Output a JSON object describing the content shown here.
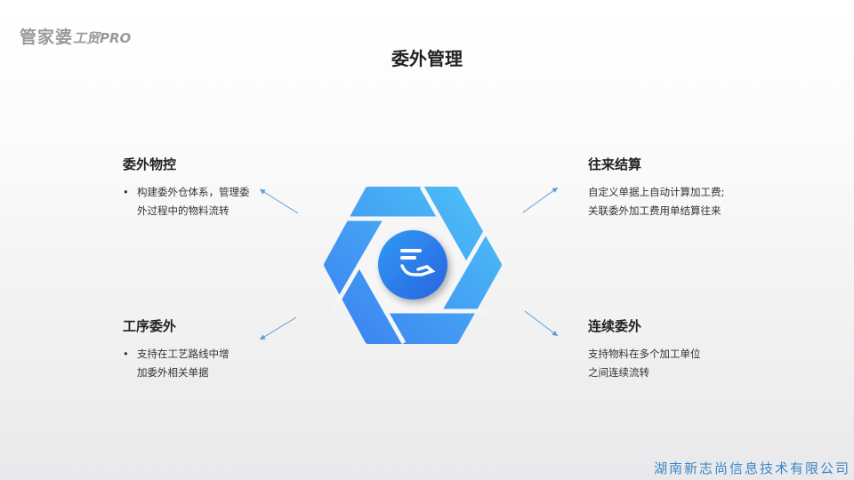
{
  "logo": {
    "brand": "管家婆",
    "product": "工贸PRO"
  },
  "title": "委外管理",
  "features": [
    {
      "title": "委外物控",
      "lines": [
        "构建委外仓体系，管理委",
        "外过程中的物料流转"
      ],
      "bullet": true
    },
    {
      "title": "往来结算",
      "lines": [
        "自定义单据上自动计算加工费;",
        "关联委外加工费用单结算往来"
      ],
      "bullet": false
    },
    {
      "title": "工序委外",
      "lines": [
        "支持在工艺路线中增",
        "加委外相关单据"
      ],
      "bullet": true
    },
    {
      "title": "连续委外",
      "lines": [
        "支持物料在多个加工单位",
        "之间连续流转"
      ],
      "bullet": false
    }
  ],
  "center_icon": "hand-money-icon",
  "colors": {
    "accent": "#3b8ef0",
    "accent_light": "#4ec3f7",
    "arrow": "#5b9bd5"
  },
  "company": "湖南新志尚信息技术有限公司"
}
